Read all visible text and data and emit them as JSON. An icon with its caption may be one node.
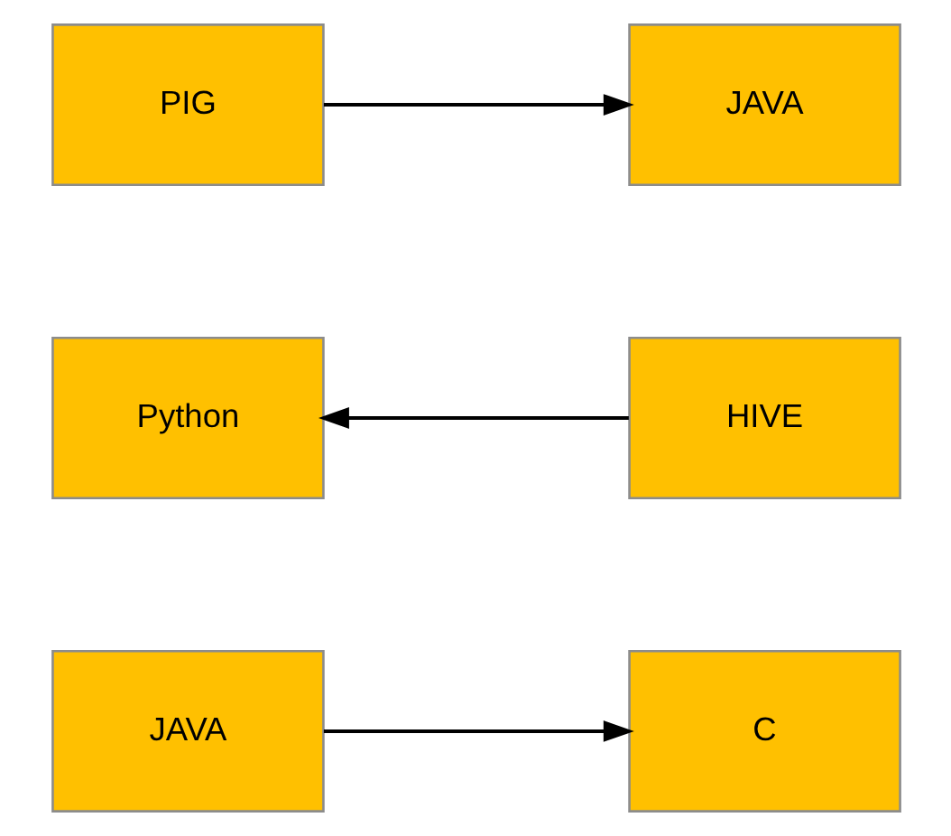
{
  "diagram": {
    "nodes": [
      {
        "text": [
          "JAVA"
        ]
      },
      {
        "text": [
          "C"
        ]
      },
      {
        "text": [
          "Python"
        ]
      },
      {
        "text": [
          "HIVE"
        ]
      },
      {
        "text": [
          "PIG"
        ]
      },
      {
        "text": [
          "JAVA"
        ]
      }
    ],
    "edges": [
      {
        "from": 0,
        "to": 1,
        "arrow": "to"
      },
      {
        "from": 3,
        "to": 2,
        "arrow": "to"
      },
      {
        "from": 4,
        "to": 5,
        "arrow": "to"
      }
    ]
  }
}
